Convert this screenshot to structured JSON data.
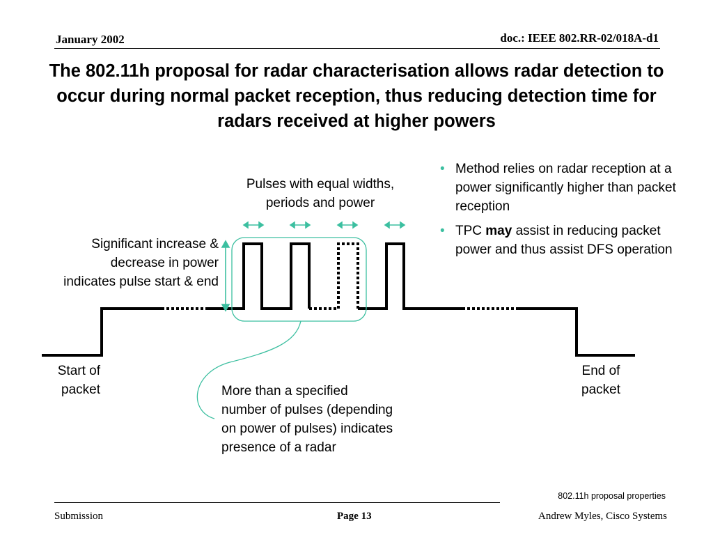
{
  "header": {
    "date": "January 2002",
    "doc": "doc.: IEEE 802.RR-02/018A-d1"
  },
  "title": "The 802.11h proposal for radar characterisation allows radar detection to occur during normal packet reception, thus reducing detection time for radars received at higher powers",
  "diagram": {
    "pulses_label": [
      "Pulses with equal widths,",
      "periods and power"
    ],
    "increase_label": [
      "Significant increase &",
      "decrease in power",
      "indicates pulse start & end"
    ],
    "start_label": [
      "Start of",
      "packet"
    ],
    "end_label": [
      "End of",
      "packet"
    ],
    "radar_label": [
      "More than a specified",
      "number of pulses (depending",
      "on power of pulses) indicates",
      "presence of a radar"
    ],
    "accent_color": "#3cbfa0"
  },
  "bullets": [
    {
      "parts": [
        {
          "text": "Method relies on radar reception at a power significantly higher than packet reception",
          "bold": false
        }
      ]
    },
    {
      "parts": [
        {
          "text": "TPC ",
          "bold": false
        },
        {
          "text": "may",
          "bold": true
        },
        {
          "text": " assist in reducing packet power and thus assist DFS operation",
          "bold": false
        }
      ]
    }
  ],
  "footer": {
    "caption": "802.11h proposal properties",
    "left": "Submission",
    "center": "Page 13",
    "right": "Andrew Myles, Cisco Systems"
  }
}
